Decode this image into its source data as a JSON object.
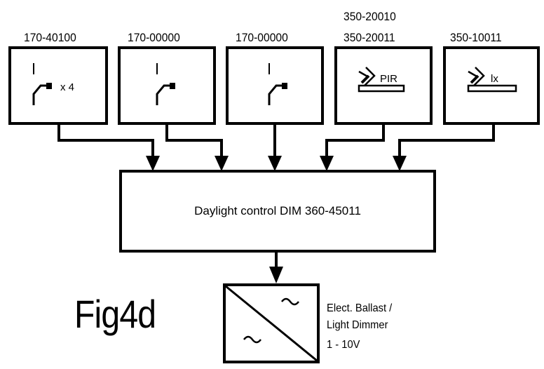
{
  "inputs": [
    {
      "id": "pushbutton-x4",
      "part_numbers": [
        "170-40100"
      ],
      "multiplier": "x 4"
    },
    {
      "id": "pushbutton-a",
      "part_numbers": [
        "170-00000"
      ]
    },
    {
      "id": "pushbutton-b",
      "part_numbers": [
        "170-00000"
      ]
    },
    {
      "id": "pir-sensor",
      "part_numbers": [
        "350-20010",
        "350-20011"
      ],
      "symbol_label": "PIR"
    },
    {
      "id": "lux-sensor",
      "part_numbers": [
        "350-10011"
      ],
      "symbol_label": "lx"
    }
  ],
  "controller": {
    "label": "Daylight control DIM 360-45011"
  },
  "output": {
    "line1": "Elect. Ballast /",
    "line2": "Light Dimmer",
    "line3": "1 - 10V"
  },
  "figure_label": "Fig4d"
}
